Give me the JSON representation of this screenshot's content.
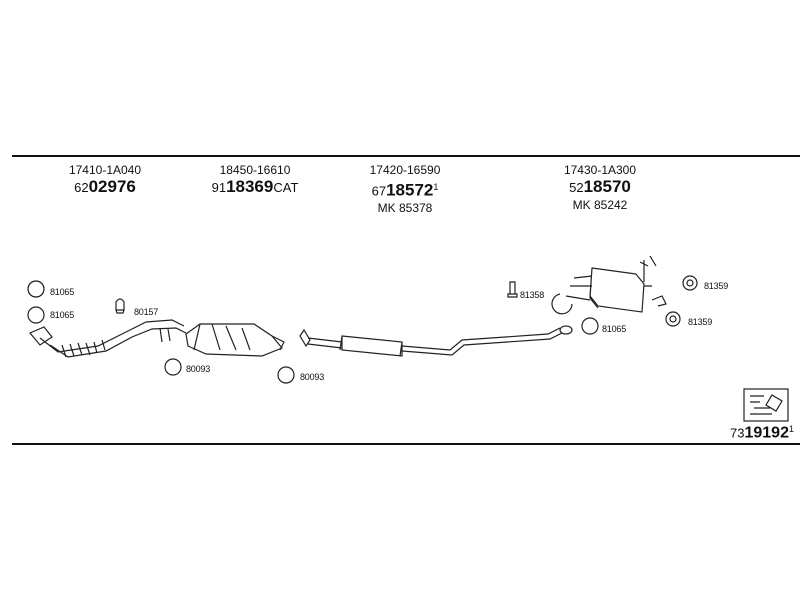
{
  "columns": [
    {
      "oe": "17410-1A040",
      "prefix": "62",
      "main": "02976",
      "suffix": "",
      "sup": "",
      "mk": ""
    },
    {
      "oe": "18450-16610",
      "prefix": "91",
      "main": "18369",
      "suffix": "CAT",
      "sup": "",
      "mk": ""
    },
    {
      "oe": "17420-16590",
      "prefix": "67",
      "main": "18572",
      "suffix": "",
      "sup": "1",
      "mk": "MK  85378"
    },
    {
      "oe": "17430-1A300",
      "prefix": "52",
      "main": "18570",
      "suffix": "",
      "sup": "",
      "mk": "MK  85242"
    }
  ],
  "labels": {
    "l1": "81065",
    "l2": "81065",
    "l3": "80157",
    "l4": "80093",
    "l5": "80093",
    "l6": "81358",
    "l7": "81065",
    "l8": "81359",
    "l9": "81359"
  },
  "reference": {
    "prefix": "73",
    "main": "19192",
    "sup": "1"
  }
}
